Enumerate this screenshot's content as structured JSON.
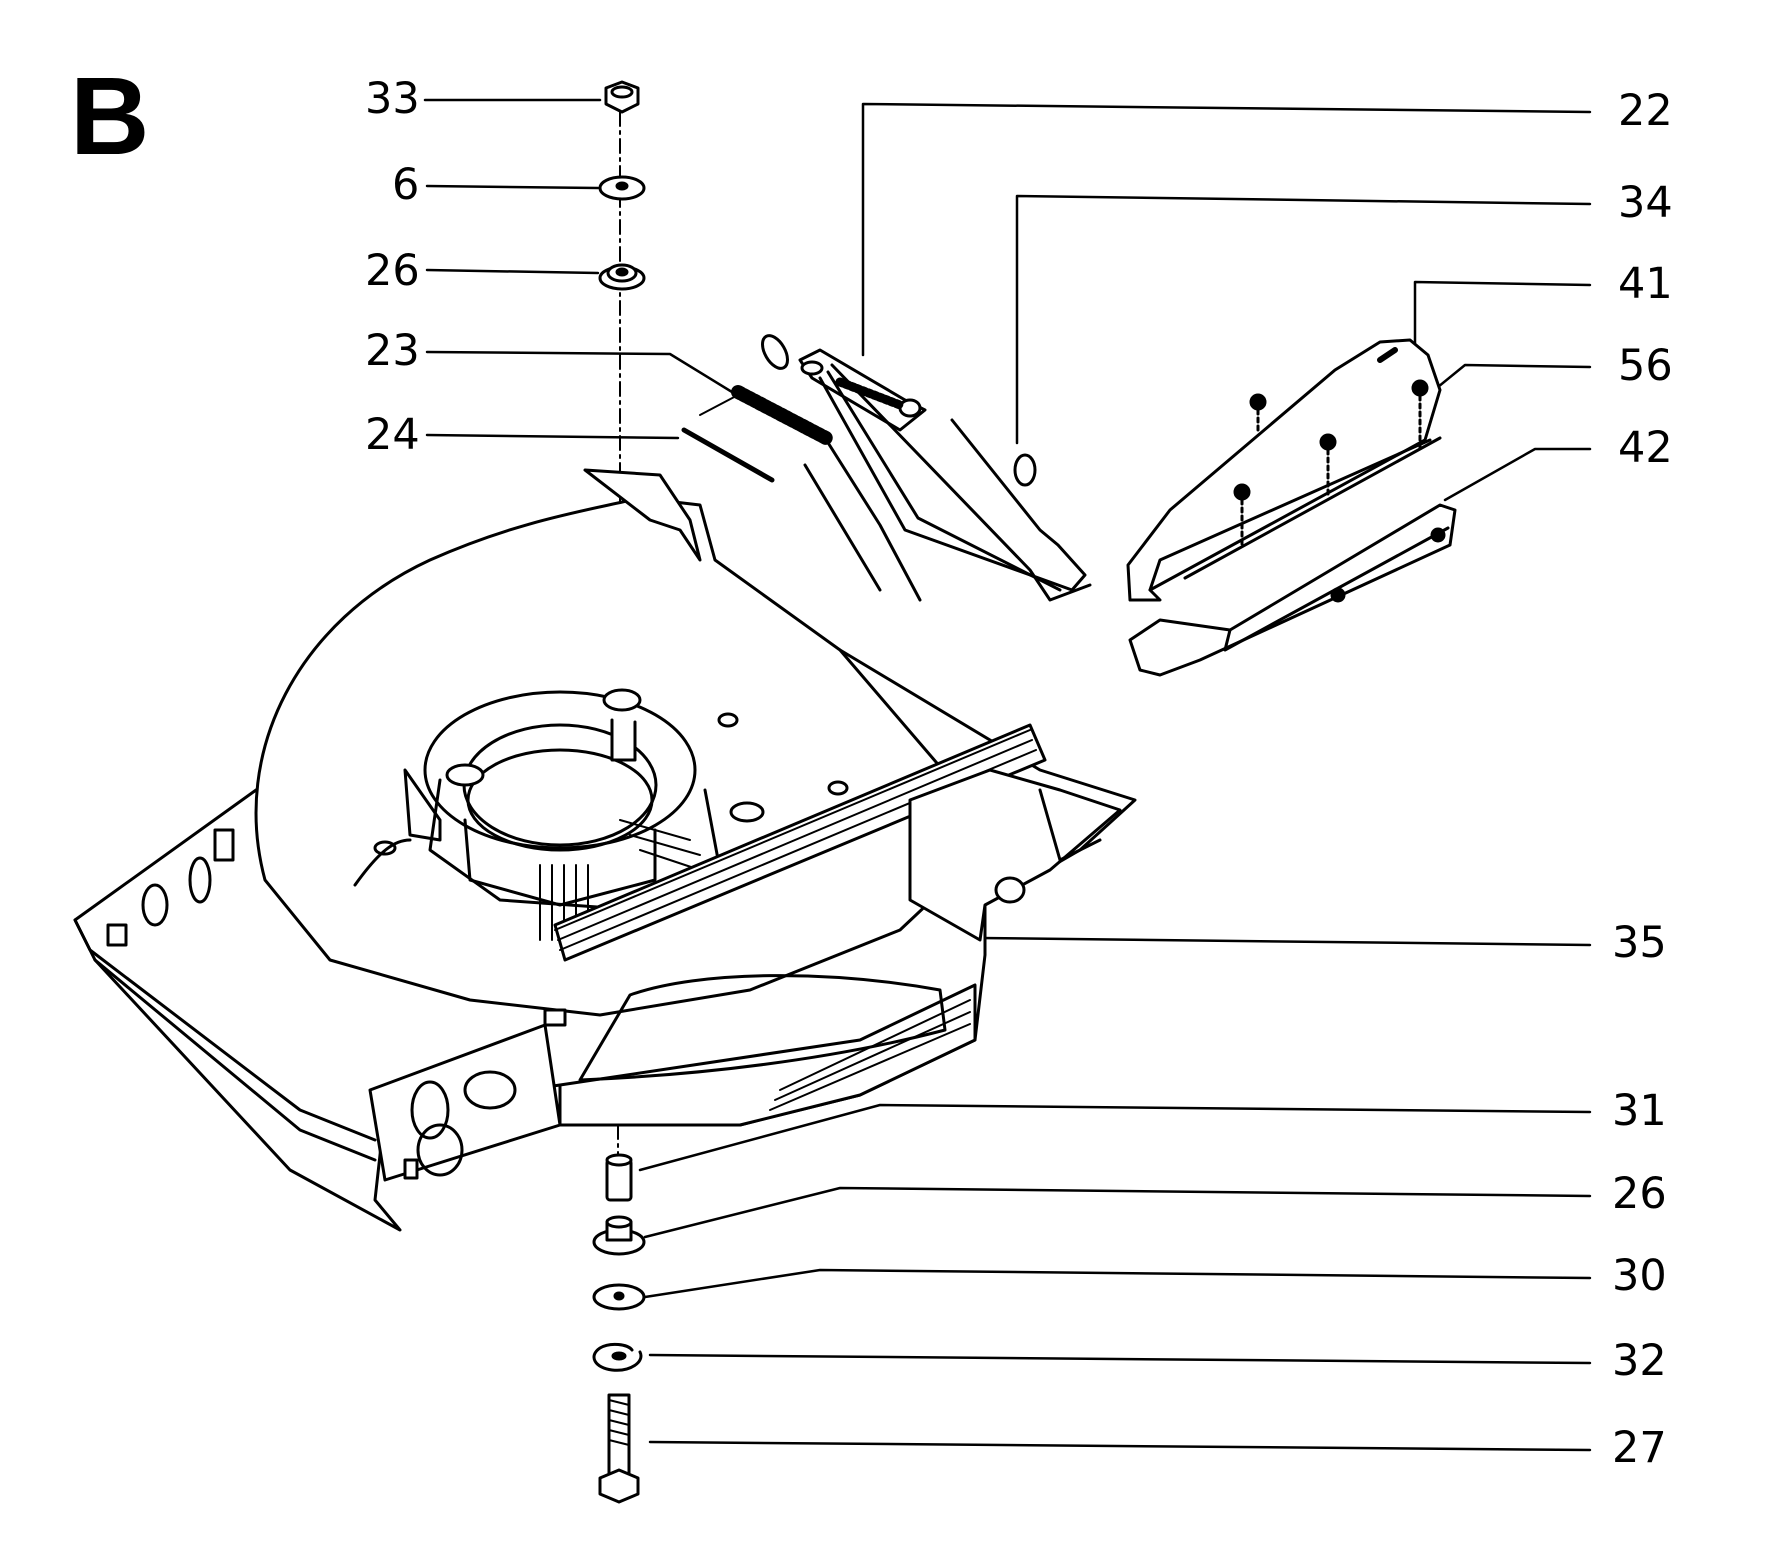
{
  "section_letter": "B",
  "parts": {
    "p33": "33",
    "p6": "6",
    "p26_top": "26",
    "p23": "23",
    "p24": "24",
    "p22": "22",
    "p34": "34",
    "p41": "41",
    "p56": "56",
    "p42": "42",
    "p35": "35",
    "p31": "31",
    "p26_bottom": "26",
    "p30": "30",
    "p32": "32",
    "p27": "27"
  }
}
